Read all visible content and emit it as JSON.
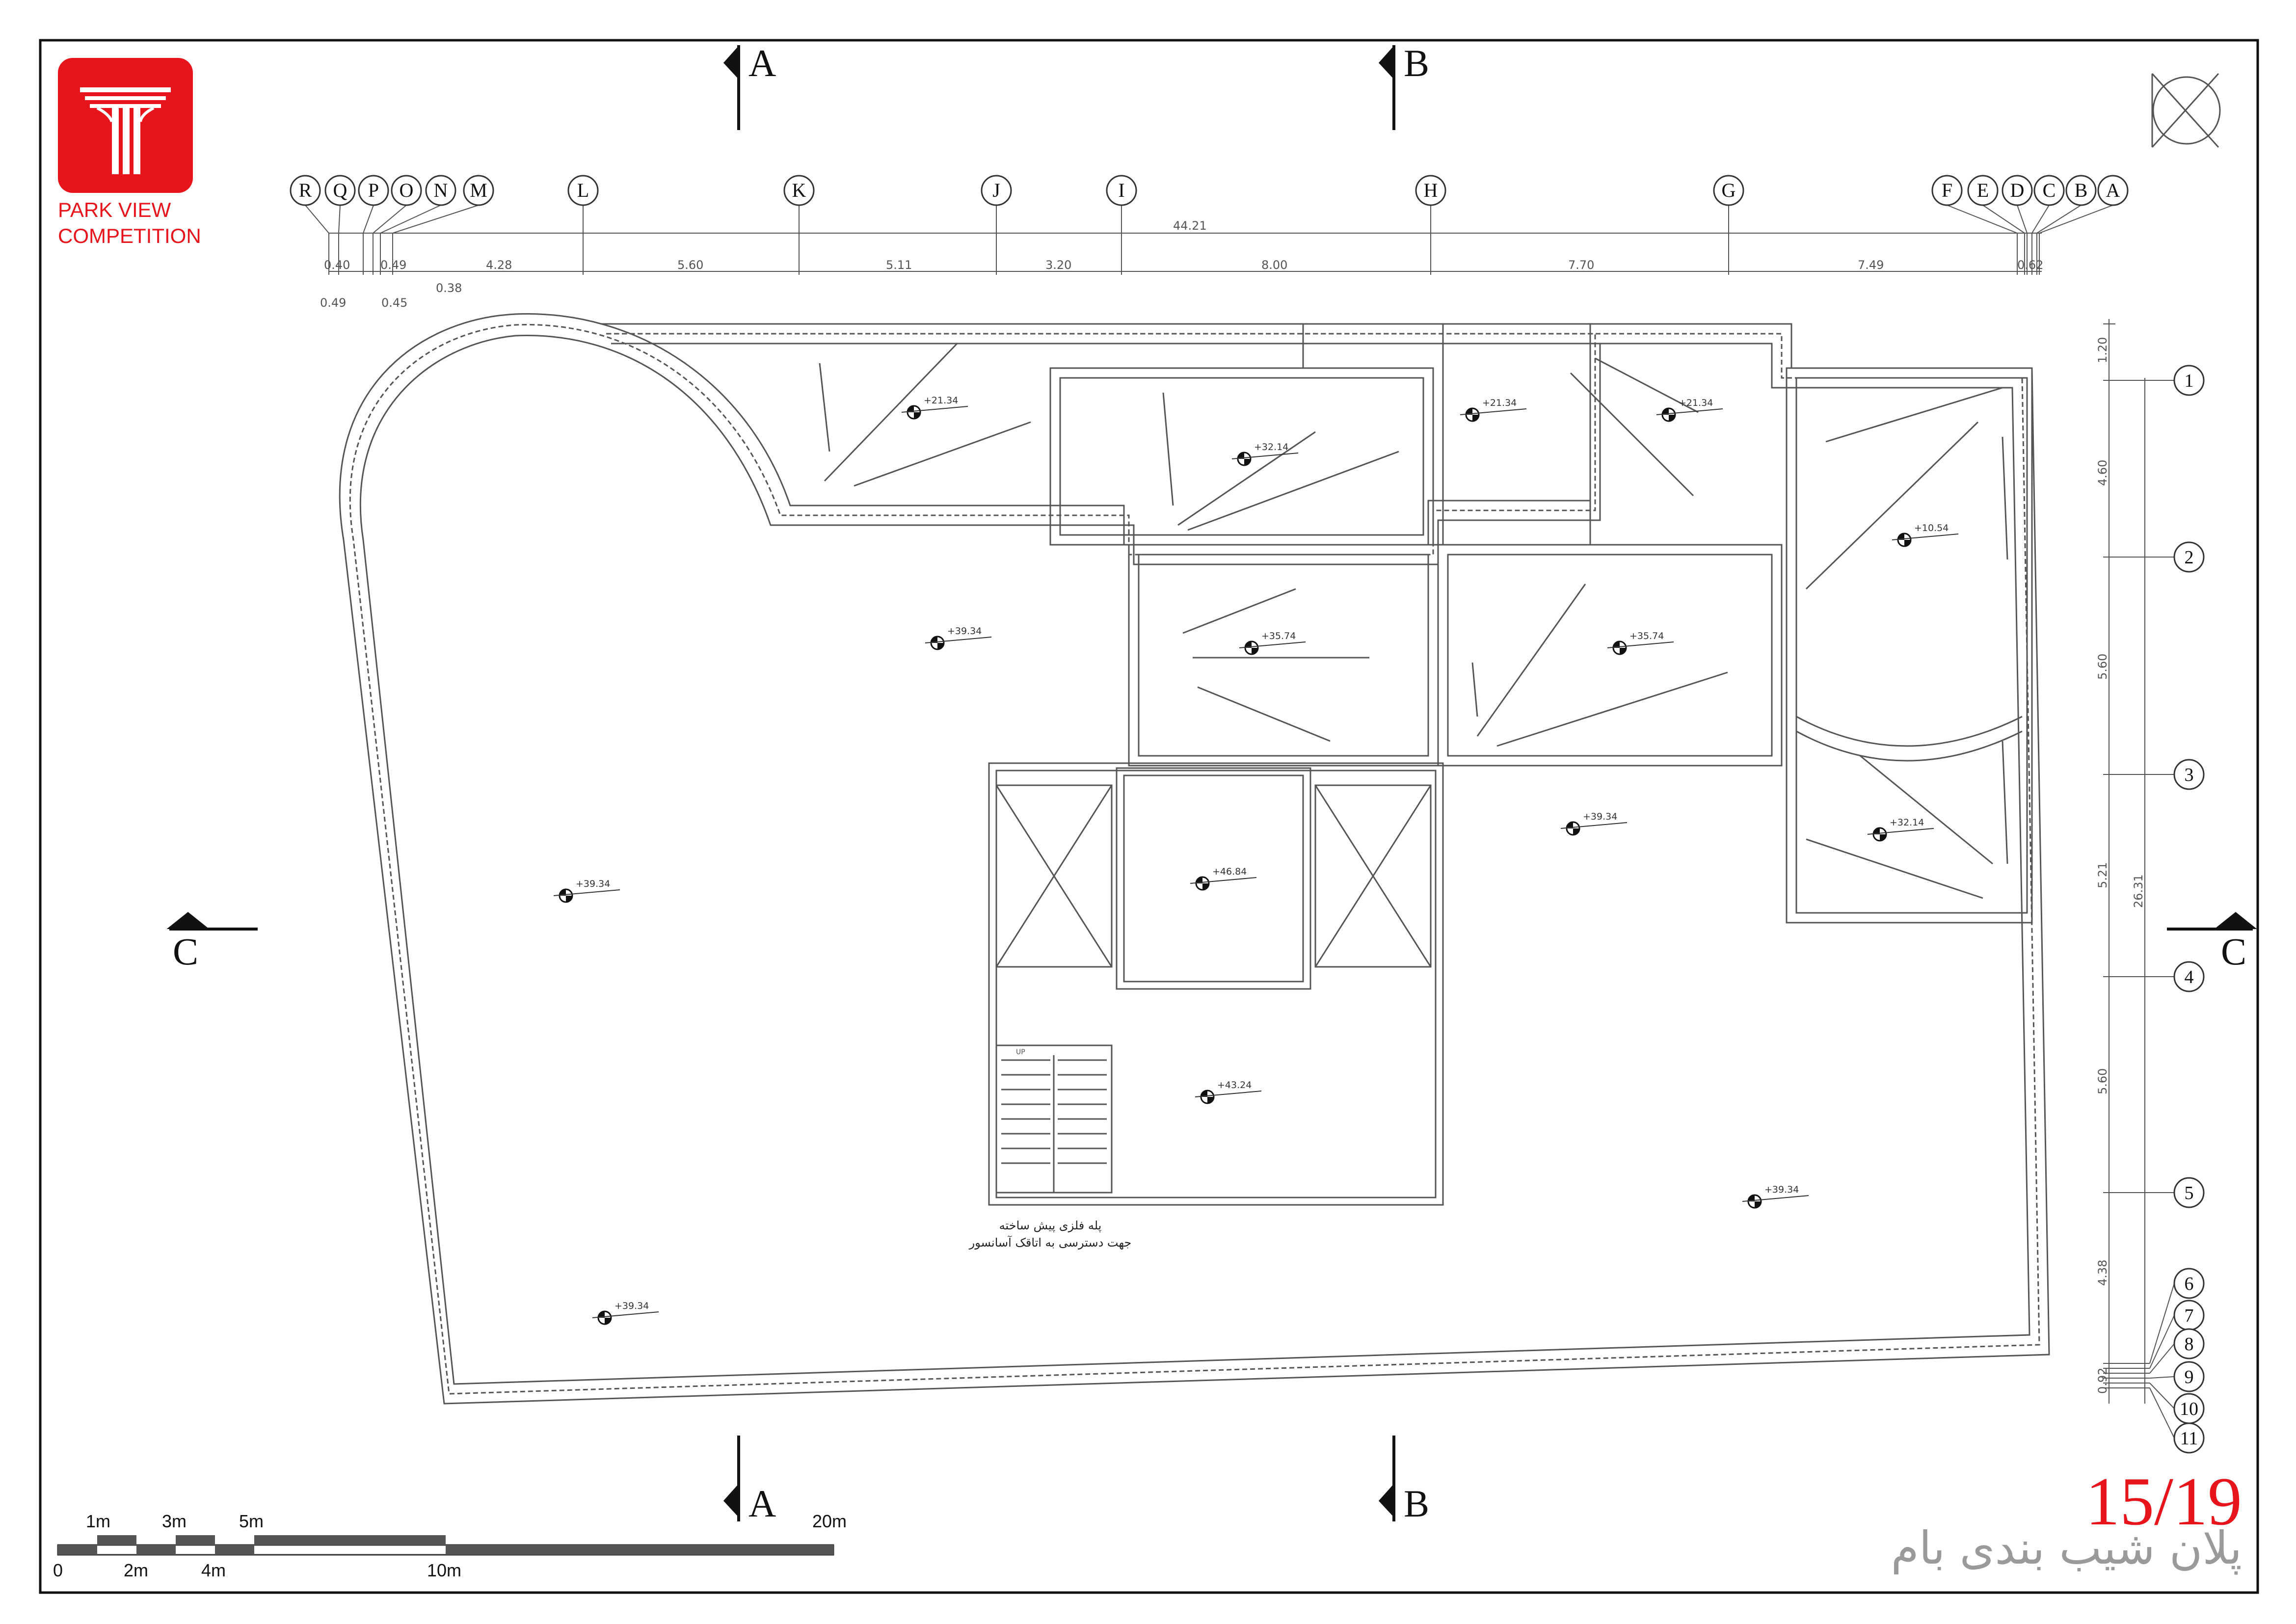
{
  "logo": {
    "line1": "PARK VIEW",
    "line2": "COMPETITION",
    "brand_color": "#e8141c"
  },
  "sheet": {
    "number": "15/19",
    "title": "پلان شیب بندی بام"
  },
  "section_markers": [
    "A",
    "B",
    "C"
  ],
  "column_axes": [
    "R",
    "Q",
    "P",
    "O",
    "N",
    "M",
    "L",
    "K",
    "J",
    "I",
    "H",
    "G",
    "F",
    "E",
    "D",
    "C",
    "B",
    "A"
  ],
  "row_axes": [
    "1",
    "2",
    "3",
    "4",
    "5",
    "6",
    "7",
    "8",
    "9",
    "10",
    "11"
  ],
  "top_dimensions": {
    "total": "44.21",
    "segments": [
      "0.40",
      "0.49",
      "4.28",
      "5.60",
      "5.11",
      "3.20",
      "8.00",
      "7.70",
      "7.49",
      "0.62"
    ],
    "lower": [
      "0.49",
      "0.45",
      "0.38"
    ]
  },
  "side_dimensions": {
    "top": "1.20",
    "total": "26.31",
    "segments": [
      "4.60",
      "5.60",
      "5.21",
      "5.60",
      "4.38",
      "0.92"
    ]
  },
  "levels": [
    "+21.34",
    "+32.14",
    "+21.34",
    "+21.34",
    "+10.54",
    "+39.34",
    "+35.74",
    "+35.74",
    "+39.34",
    "+39.34",
    "+46.84",
    "+32.14",
    "+43.24",
    "+39.34",
    "+39.34"
  ],
  "stair_label": "UP",
  "annotation": {
    "line1": "پله فلزی پیش ساخته",
    "line2": "جهت دسترسی به اتاقک آسانسور"
  },
  "scale_bar": {
    "labels_top": [
      "1m",
      "3m",
      "5m",
      "20m"
    ],
    "labels_bottom": [
      "0",
      "2m",
      "4m",
      "10m"
    ]
  },
  "colors": {
    "line": "#4a4a4a",
    "dark": "#111111",
    "red": "#e8141c",
    "grey": "#9a9a9a"
  }
}
